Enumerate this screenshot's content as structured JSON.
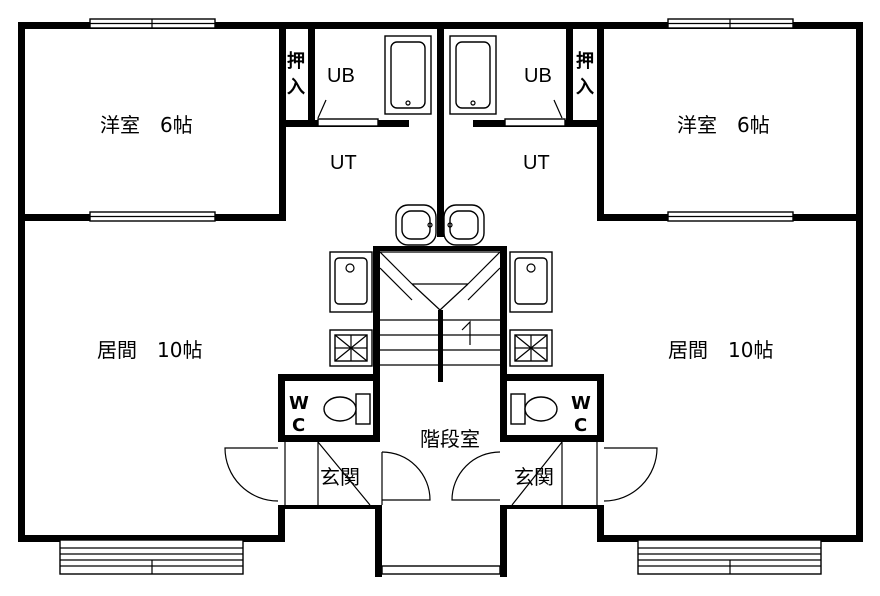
{
  "units": {
    "left": {
      "western_room": "洋室　6帖",
      "living_room": "居間　10帖",
      "unit_bath": "UB",
      "utility": "UT",
      "closet_top": "押",
      "closet_bottom": "入",
      "wc_top": "W",
      "wc_bottom": "C",
      "entrance": "玄関"
    },
    "right": {
      "western_room": "洋室　6帖",
      "living_room": "居間　10帖",
      "unit_bath": "UB",
      "utility": "UT",
      "closet_top": "押",
      "closet_bottom": "入",
      "wc_top": "W",
      "wc_bottom": "C",
      "entrance": "玄関"
    }
  },
  "common": {
    "stairwell": "階段室"
  }
}
